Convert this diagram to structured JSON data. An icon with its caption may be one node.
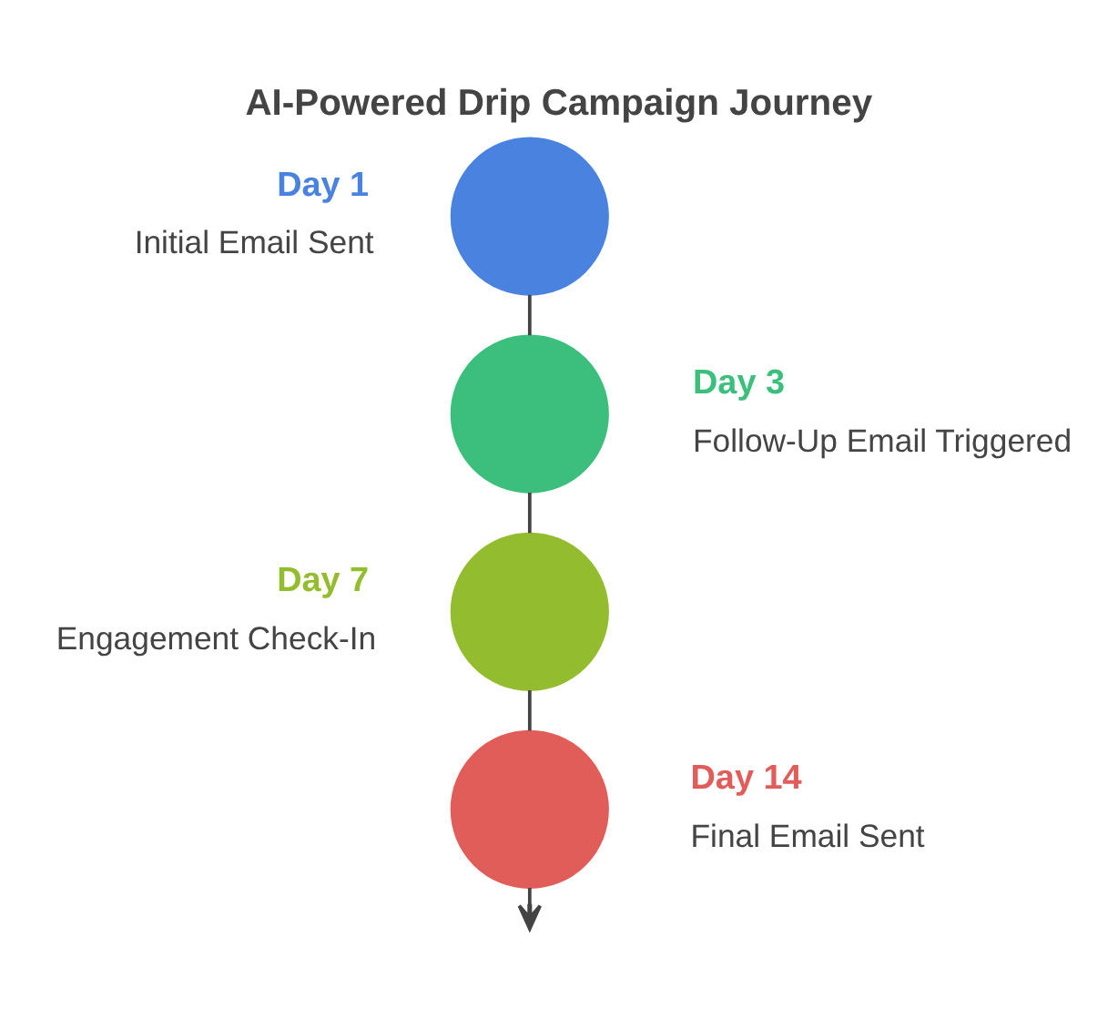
{
  "diagram": {
    "title": "AI-Powered Drip Campaign Journey",
    "nodes": [
      {
        "text": [],
        "shape": "circle",
        "beside": [
          "Day 1",
          "Initial Email Sent"
        ]
      },
      {
        "text": [],
        "shape": "circle",
        "beside": [
          "Day 3",
          "Follow-Up Email Triggered"
        ]
      },
      {
        "text": [],
        "shape": "circle",
        "beside": [
          "Day 7",
          "Engagement Check-In"
        ]
      },
      {
        "text": [],
        "shape": "circle",
        "beside": [
          "Day 14",
          "Final Email Sent"
        ]
      }
    ],
    "edges": [
      {
        "from": 0,
        "to": 1,
        "arrow": "none"
      },
      {
        "from": 1,
        "to": 2,
        "arrow": "none"
      },
      {
        "from": 2,
        "to": 3,
        "arrow": "none"
      },
      {
        "from": 3,
        "to": null,
        "arrow": "to"
      }
    ]
  }
}
